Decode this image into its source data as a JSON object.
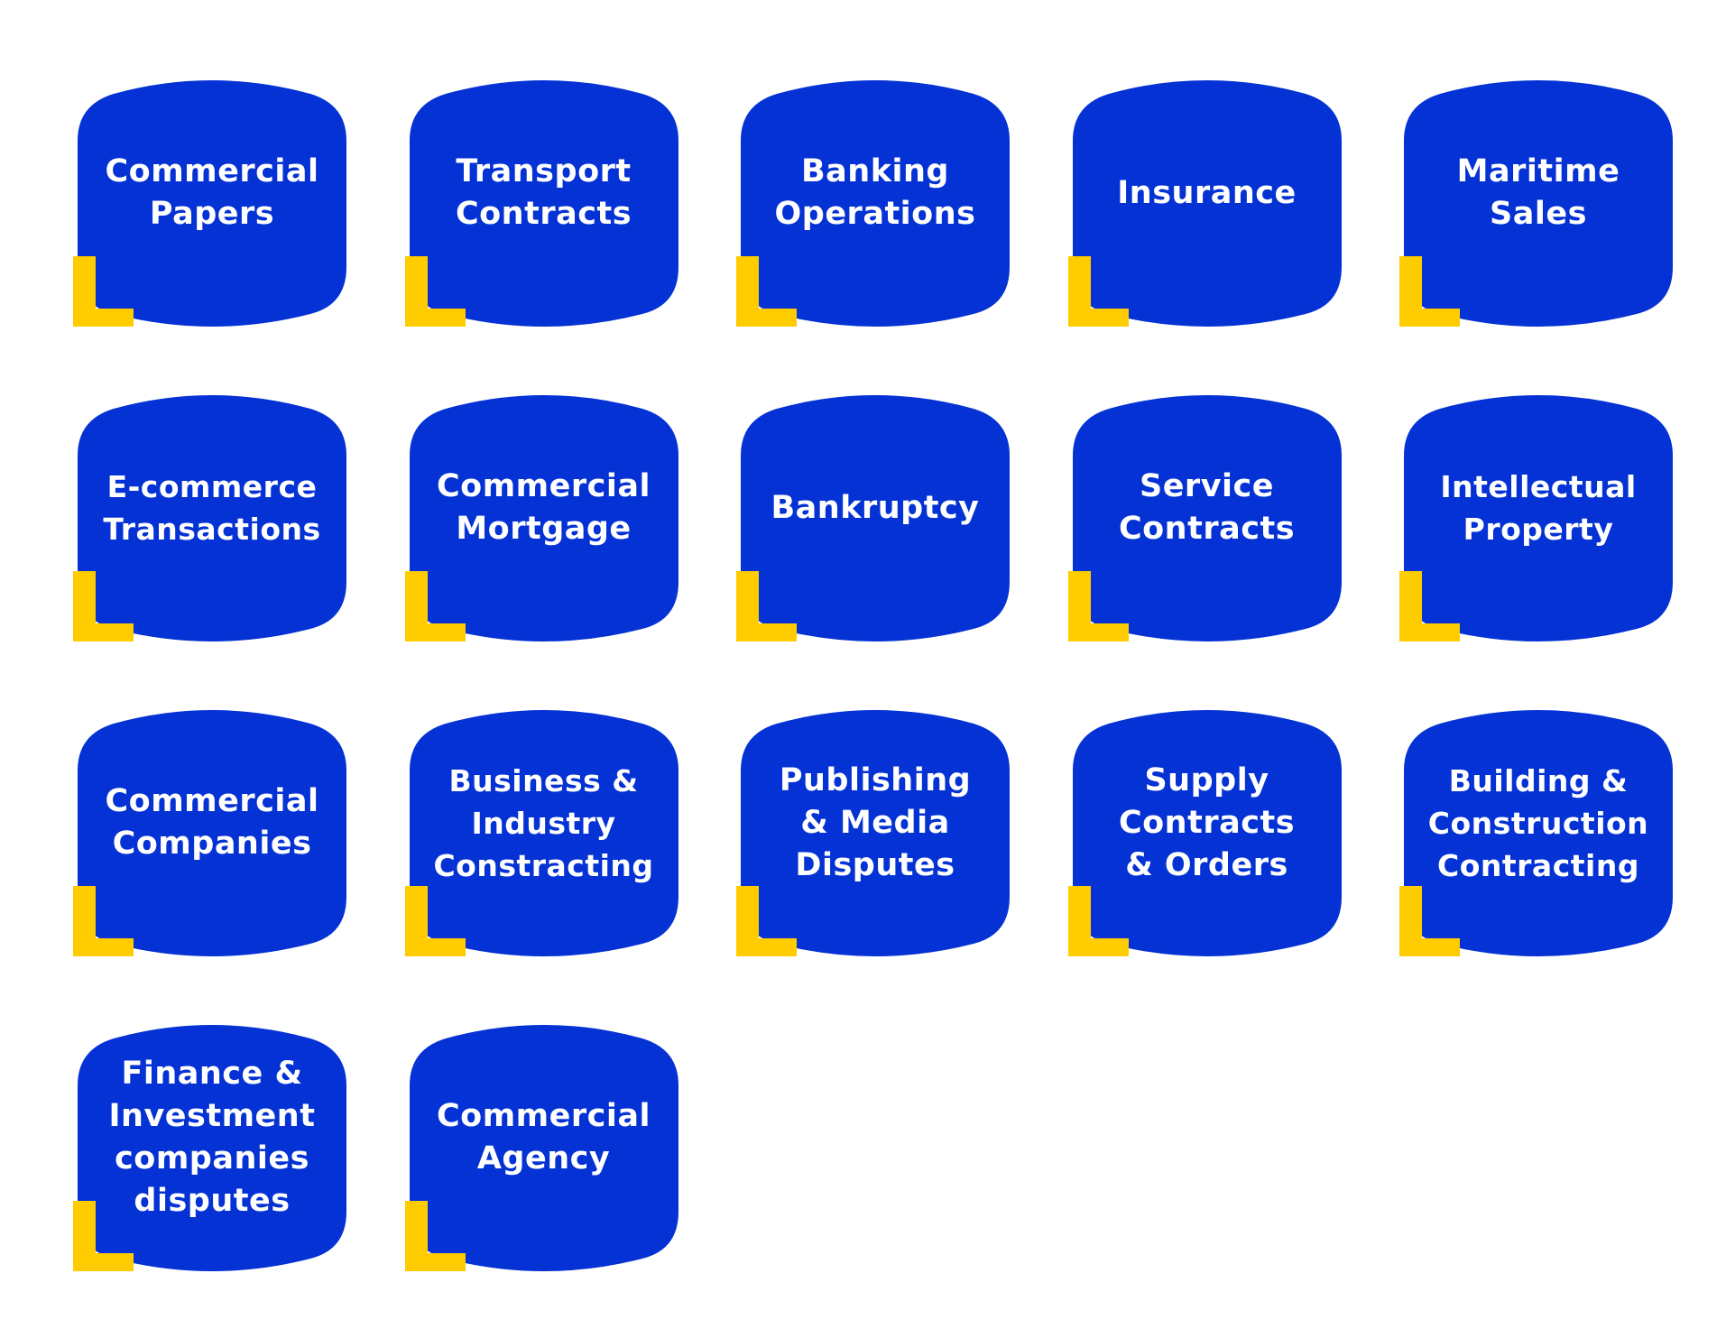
{
  "colors": {
    "tile": "#0432D4",
    "accent": "#FFCC00",
    "text": "#FFFFFF",
    "background": "#FFFFFF"
  },
  "tiles": [
    {
      "label": "Commercial\nPapers",
      "name": "tile-commercial-papers"
    },
    {
      "label": "Transport\nContracts",
      "name": "tile-transport-contracts"
    },
    {
      "label": "Banking\nOperations",
      "name": "tile-banking-operations"
    },
    {
      "label": "Insurance",
      "name": "tile-insurance"
    },
    {
      "label": "Maritime\nSales",
      "name": "tile-maritime-sales"
    },
    {
      "label": "E-commerce\nTransactions",
      "name": "tile-e-commerce-transactions"
    },
    {
      "label": "Commercial\nMortgage",
      "name": "tile-commercial-mortgage"
    },
    {
      "label": "Bankruptcy",
      "name": "tile-bankruptcy"
    },
    {
      "label": "Service\nContracts",
      "name": "tile-service-contracts"
    },
    {
      "label": "Intellectual\nProperty",
      "name": "tile-intellectual-property"
    },
    {
      "label": "Commercial\nCompanies",
      "name": "tile-commercial-companies"
    },
    {
      "label": "Business &\nIndustry\nConstracting",
      "name": "tile-business-industry-constracting"
    },
    {
      "label": "Publishing\n& Media\nDisputes",
      "name": "tile-publishing-media-disputes"
    },
    {
      "label": "Supply\nContracts\n& Orders",
      "name": "tile-supply-contracts-orders"
    },
    {
      "label": "Building  &\nConstruction\nContracting",
      "name": "tile-building-construction-contracting"
    },
    {
      "label": "Finance &\nInvestment\ncompanies\ndisputes",
      "name": "tile-finance-investment-companies-disputes"
    },
    {
      "label": "Commercial\nAgency",
      "name": "tile-commercial-agency"
    }
  ]
}
